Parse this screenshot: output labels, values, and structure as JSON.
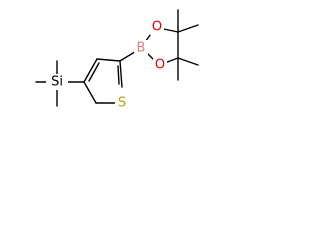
{
  "molecule": {
    "atoms": {
      "silicon": {
        "label": "Si",
        "color": "#000000"
      },
      "sulfur": {
        "label": "S",
        "color": "#b8a000"
      },
      "boron": {
        "label": "B",
        "color": "#e08080"
      },
      "oxygen_top": {
        "label": "O",
        "color": "#e00000"
      },
      "oxygen_bottom": {
        "label": "O",
        "color": "#e00000"
      }
    },
    "bond_color": "#000000"
  }
}
